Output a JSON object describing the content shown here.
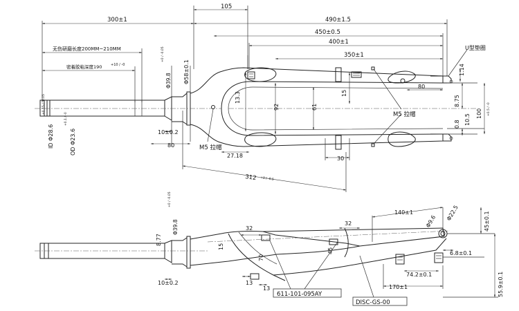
{
  "top_view": {
    "dim_105": "105",
    "dim_490": "490±1.5",
    "dim_300": "300±1",
    "dim_450": "450±0.5",
    "dim_400": "400±1",
    "dim_350": "350±1",
    "cut_length": "无伤研磨长度200MM~210MM",
    "bond_length": "密着胶粘深度190",
    "bond_tol": "+10 / -0",
    "dia_398": "Φ39.8",
    "dia_398_tol": "+0 / -0.05",
    "dia_58": "Φ58±0.1",
    "dim_133": "13.3",
    "dim_92": "92",
    "dim_61": "61",
    "dim_15": "15",
    "dim_80_right": "80",
    "dim_875": "8.75",
    "dim_08": "0.8",
    "dim_105b": "10.5",
    "dim_114": "1.14",
    "dim_100": "100",
    "dim_100_tol": "+0.5 / -0",
    "u_washer": "U型垫圈",
    "m5_right": "M5 拉帽",
    "m5_left": "M5 拉帽",
    "id_label": "ID Φ28.6",
    "id_tol": "+0.15 / -0.05",
    "od_label": "OD Φ23.6",
    "od_tol": "+0.1 / -0",
    "dim_10": "10±0.2",
    "dim_80_left": "80",
    "dim_2718": "27.18",
    "dim_30": "30",
    "dim_312": "312",
    "dim_312_tol": "+0 / -0.5"
  },
  "side_view": {
    "dim_877": "8.77",
    "dia_398": "Φ39.8",
    "dia_398_tol": "+0 / -0.05",
    "dim_32a": "32",
    "dim_32b": "32",
    "dim_15": "15",
    "dim_70": "70",
    "dim_45": "45",
    "dim_140": "140±1",
    "dim_96": "Φ9.6",
    "dim_225": "Φ22.5",
    "dim_45b": "45±0.1",
    "dim_68": "6.8±0.1",
    "dim_742": "74.2±0.1",
    "dim_170": "170±1",
    "dim_559": "55.9±0.1",
    "dim_13a": "13",
    "dim_13b": "13",
    "dim_10": "10±0.2",
    "part_no": "611-101-095AY",
    "disc_no": "DISC-GS-00"
  }
}
